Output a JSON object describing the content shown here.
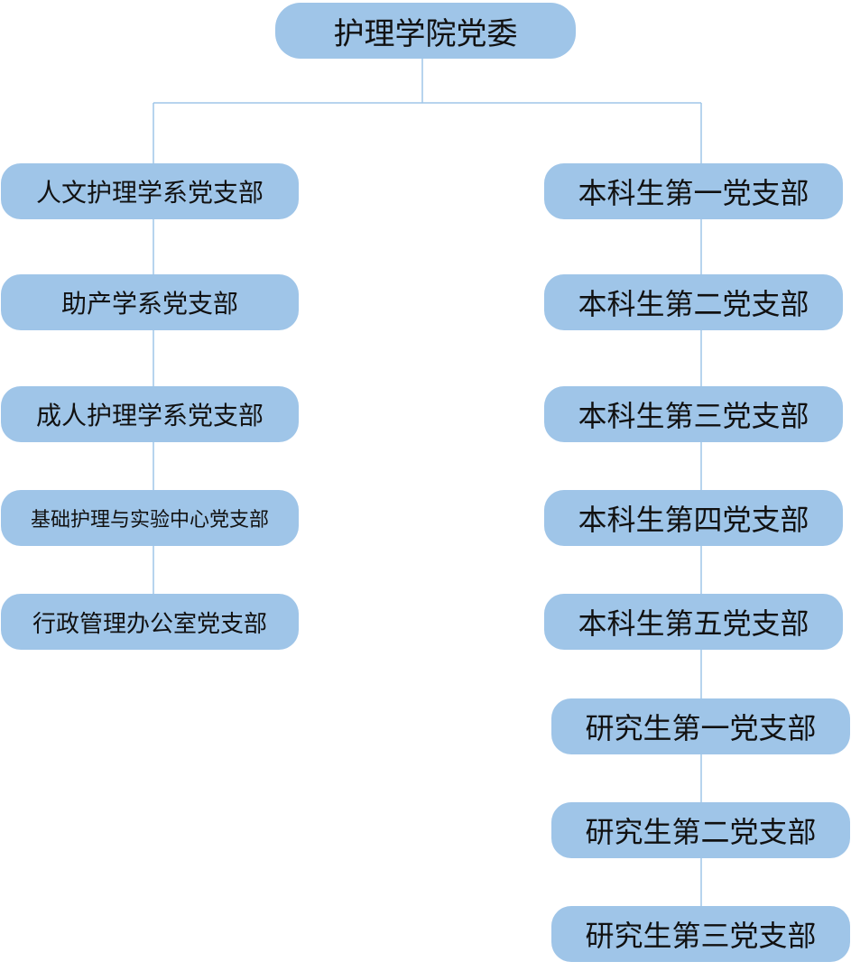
{
  "diagram": {
    "colors": {
      "node_fill": "#9fc5e8",
      "connector": "#9fc5e8",
      "text": "#111111"
    },
    "root": {
      "label": "护理学院党委"
    },
    "left_branch": [
      {
        "label": "人文护理学系党支部"
      },
      {
        "label": "助产学系党支部"
      },
      {
        "label": "成人护理学系党支部"
      },
      {
        "label": "基础护理与实验中心党支部"
      },
      {
        "label": "行政管理办公室党支部"
      }
    ],
    "right_branch": [
      {
        "label": "本科生第一党支部"
      },
      {
        "label": "本科生第二党支部"
      },
      {
        "label": "本科生第三党支部"
      },
      {
        "label": "本科生第四党支部"
      },
      {
        "label": "本科生第五党支部"
      },
      {
        "label": "研究生第一党支部"
      },
      {
        "label": "研究生第二党支部"
      },
      {
        "label": "研究生第三党支部"
      }
    ]
  }
}
